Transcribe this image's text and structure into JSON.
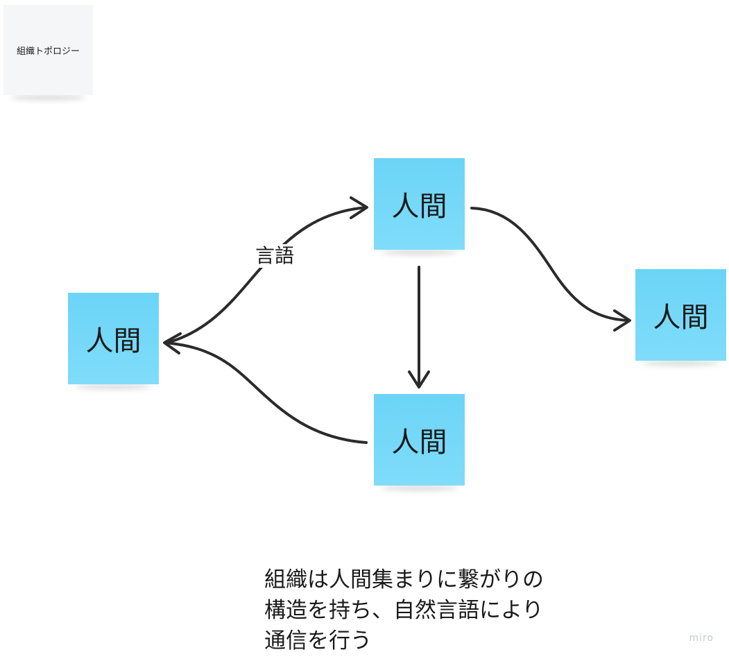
{
  "board": {
    "title_note": "組織トポロジー",
    "watermark": "miro",
    "colors": {
      "sticky_blue": "#6bd4f7",
      "sticky_gray": "#f5f6f8",
      "connector": "#2b2b2b"
    }
  },
  "nodes": {
    "left": "人間",
    "top": "人間",
    "right": "人間",
    "bottom": "人間"
  },
  "edges": [
    {
      "from": "left",
      "to": "top",
      "label": "言語"
    },
    {
      "from": "bottom",
      "to": "left",
      "label": ""
    },
    {
      "from": "top",
      "to": "bottom",
      "label": ""
    },
    {
      "from": "top",
      "to": "right",
      "label": ""
    }
  ],
  "caption": {
    "lines": [
      "組織は人間集まりに繋がりの",
      "構造を持ち、自然言語により",
      "通信を行う"
    ]
  }
}
